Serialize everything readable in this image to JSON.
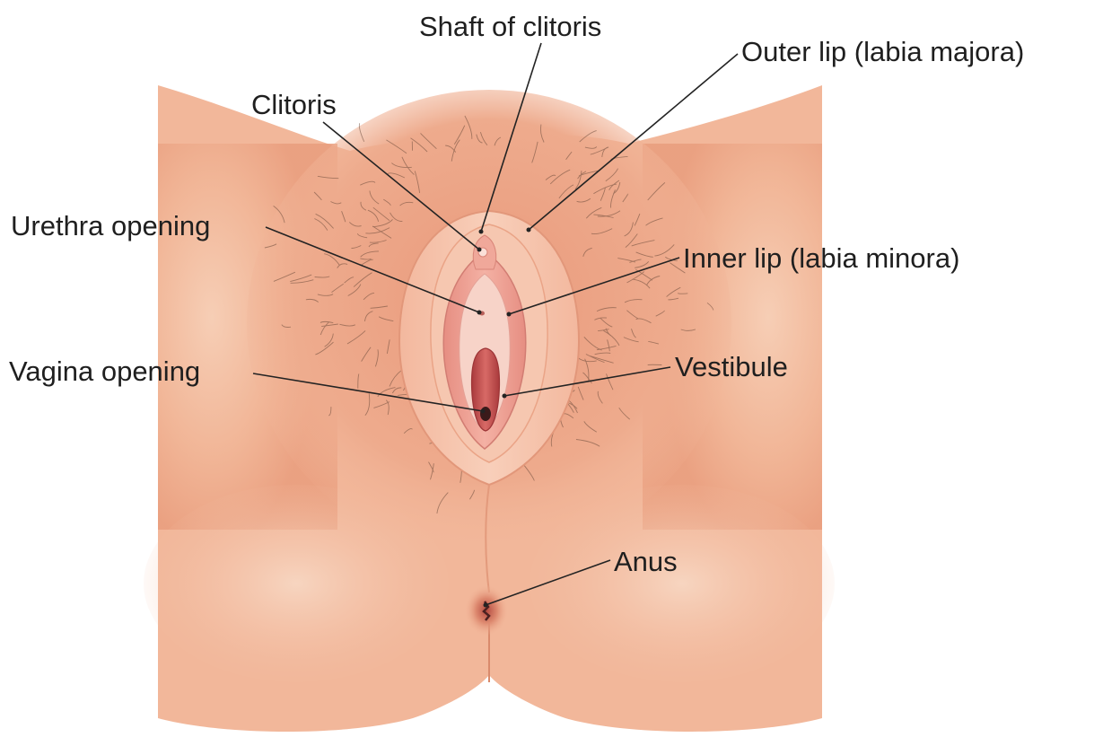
{
  "labels": {
    "shaft_of_clitoris": "Shaft of clitoris",
    "outer_lip": "Outer lip (labia majora)",
    "clitoris": "Clitoris",
    "urethra_opening": "Urethra opening",
    "inner_lip": "Inner lip (labia minora)",
    "vagina_opening": "Vagina opening",
    "vestibule": "Vestibule",
    "anus": "Anus"
  },
  "colors": {
    "skin": "#f2b79a",
    "skin_shadow": "#e0906f",
    "labia_majora": "#f6c2a8",
    "labia_minora": "#eb9b8e",
    "vestibule": "#f7d3c8",
    "vagina": "#c2504e",
    "hair": "#6a4a3a",
    "text": "#1f1f1f"
  }
}
